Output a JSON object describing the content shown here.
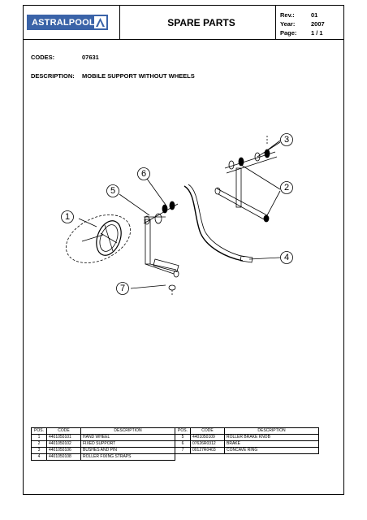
{
  "header": {
    "logo_text": "ASTRALPOOL",
    "title": "SPARE PARTS",
    "rev_label": "Rev.:",
    "rev_value": "01",
    "year_label": "Year:",
    "year_value": "2007",
    "page_label": "Page:",
    "page_value": "1 / 1"
  },
  "info": {
    "codes_label": "CODES:",
    "codes_value": "07631",
    "description_label": "DESCRIPTION:",
    "description_value": "MOBILE SUPPORT WITHOUT WHEELS"
  },
  "callouts": [
    "1",
    "2",
    "3",
    "4",
    "5",
    "6",
    "7"
  ],
  "parts_table": {
    "headers": [
      "POS.",
      "CODE",
      "DESCRIPTION",
      "POS.",
      "CODE",
      "DESCRIPTION"
    ],
    "left": [
      {
        "pos": "1",
        "code": "4401050101",
        "desc": "HAND WHEEL"
      },
      {
        "pos": "2",
        "code": "4401050102",
        "desc": "FIXED SUPPORT"
      },
      {
        "pos": "3",
        "code": "4401050106",
        "desc": "BUSHES AND PIN"
      },
      {
        "pos": "4",
        "code": "4401050108",
        "desc": "ROLLER FIXING STRAPS"
      }
    ],
    "right": [
      {
        "pos": "5",
        "code": "4401050109",
        "desc": "ROLLER BRAKE KNOB"
      },
      {
        "pos": "6",
        "code": "07626R0312",
        "desc": "BRAKE"
      },
      {
        "pos": "7",
        "code": "00127R0403",
        "desc": "CONCAVE RING"
      }
    ]
  },
  "colors": {
    "logo_blue": "#3a63a8",
    "line": "#000000"
  }
}
